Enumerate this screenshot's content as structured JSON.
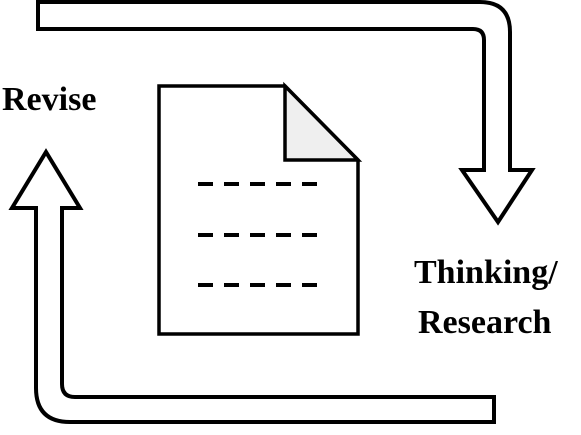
{
  "labels": {
    "revise": "Revise",
    "thinking": "Thinking/",
    "research": "Research"
  },
  "colors": {
    "stroke": "#000000",
    "fill": "#ffffff",
    "page_fold": "#efefef"
  },
  "icons": {
    "document": "document-icon",
    "top_arrow": "curved-arrow-down",
    "bottom_arrow": "curved-arrow-up"
  }
}
